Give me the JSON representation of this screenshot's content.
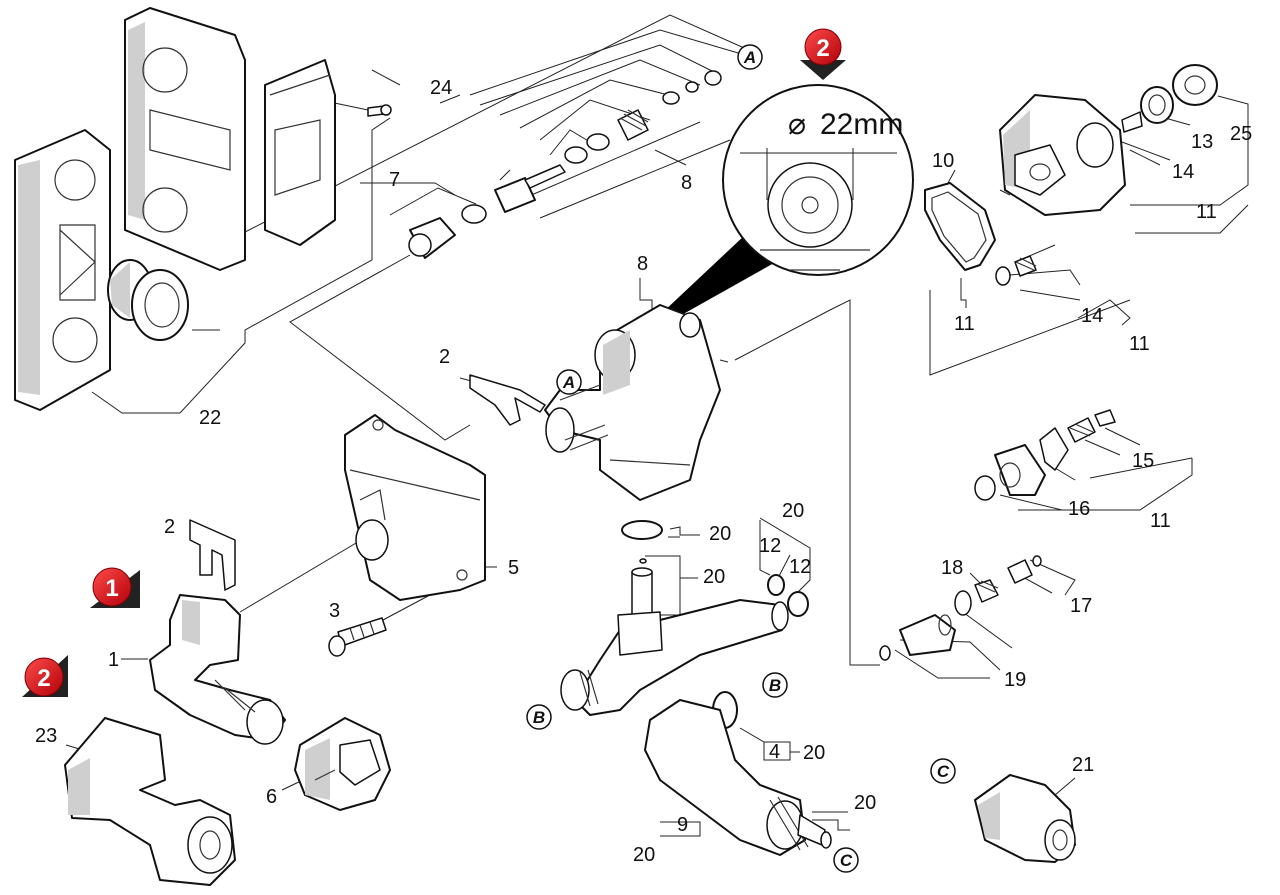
{
  "callouts": [
    {
      "id": "c1",
      "text": "1"
    },
    {
      "id": "c2a",
      "text": "2"
    },
    {
      "id": "c2b",
      "text": "2"
    },
    {
      "id": "c2c",
      "text": "2"
    },
    {
      "id": "c3",
      "text": "3"
    },
    {
      "id": "c4",
      "text": "4"
    },
    {
      "id": "c5",
      "text": "5"
    },
    {
      "id": "c6",
      "text": "6"
    },
    {
      "id": "c7",
      "text": "7"
    },
    {
      "id": "c8a",
      "text": "8"
    },
    {
      "id": "c8b",
      "text": "8"
    },
    {
      "id": "c9",
      "text": "9"
    },
    {
      "id": "c10",
      "text": "10"
    },
    {
      "id": "c11a",
      "text": "11"
    },
    {
      "id": "c11b",
      "text": "11"
    },
    {
      "id": "c11c",
      "text": "11"
    },
    {
      "id": "c11d",
      "text": "11"
    },
    {
      "id": "c12a",
      "text": "12"
    },
    {
      "id": "c12b",
      "text": "12"
    },
    {
      "id": "c13",
      "text": "13"
    },
    {
      "id": "c14a",
      "text": "14"
    },
    {
      "id": "c14b",
      "text": "14"
    },
    {
      "id": "c15",
      "text": "15"
    },
    {
      "id": "c16",
      "text": "16"
    },
    {
      "id": "c17",
      "text": "17"
    },
    {
      "id": "c18",
      "text": "18"
    },
    {
      "id": "c19",
      "text": "19"
    },
    {
      "id": "c20a",
      "text": "20"
    },
    {
      "id": "c20b",
      "text": "20"
    },
    {
      "id": "c20c",
      "text": "20"
    },
    {
      "id": "c20d",
      "text": "20"
    },
    {
      "id": "c20e",
      "text": "20"
    },
    {
      "id": "c20f",
      "text": "20"
    },
    {
      "id": "c21",
      "text": "21"
    },
    {
      "id": "c22",
      "text": "22"
    },
    {
      "id": "c23",
      "text": "23"
    },
    {
      "id": "c24",
      "text": "24"
    },
    {
      "id": "c25",
      "text": "25"
    }
  ],
  "references": {
    "A": "A",
    "B": "B",
    "C": "C"
  },
  "markers": {
    "variant_1": "1",
    "variant_2": "2"
  },
  "detail": {
    "dimension": "22mm"
  },
  "colors": {
    "marker_red": "#d8141c",
    "line": "#222222",
    "shade": "#cfcfcf"
  }
}
